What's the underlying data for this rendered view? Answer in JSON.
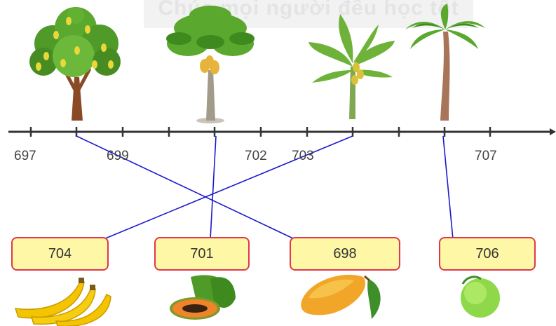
{
  "watermark": "Chúc mọi người đều học tốt",
  "number_line": {
    "labels": [
      {
        "id": "697",
        "text": "697"
      },
      {
        "id": "699",
        "text": "699"
      },
      {
        "id": "702",
        "text": "702"
      },
      {
        "id": "703",
        "text": "703"
      },
      {
        "id": "707",
        "text": "707"
      }
    ]
  },
  "boxes": [
    {
      "id": "banana",
      "value": "704"
    },
    {
      "id": "papaya",
      "value": "701"
    },
    {
      "id": "mango",
      "value": "698"
    },
    {
      "id": "guava",
      "value": "706"
    }
  ],
  "colors": {
    "line": "#333333",
    "connector": "#1a1acc",
    "box_fill": "#fdf7a6",
    "box_border": "#e0384a"
  },
  "icons": [
    "mango-tree-icon",
    "papaya-tree-icon",
    "banana-tree-icon",
    "coconut-palm-icon",
    "bananas-icon",
    "papaya-fruit-icon",
    "mango-fruit-icon",
    "guava-fruit-icon"
  ]
}
